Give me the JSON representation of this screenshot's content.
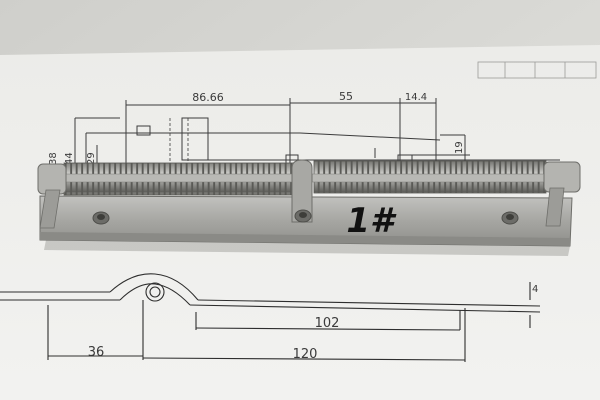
{
  "drawing": {
    "top_dimensions": [
      "86.66",
      "55",
      "14.4"
    ],
    "left_dimensions": [
      "38",
      "44",
      "29"
    ],
    "right_dimension": "19",
    "side_view_dimensions": [
      "102",
      "36",
      "120",
      "4"
    ]
  },
  "part": {
    "marking": "1#"
  },
  "colors": {
    "paper": "#e9e9e6",
    "steel": "#a9a9a6",
    "spring": "#8a8a86",
    "ink": "#2b2b2b",
    "marker": "#111111"
  }
}
